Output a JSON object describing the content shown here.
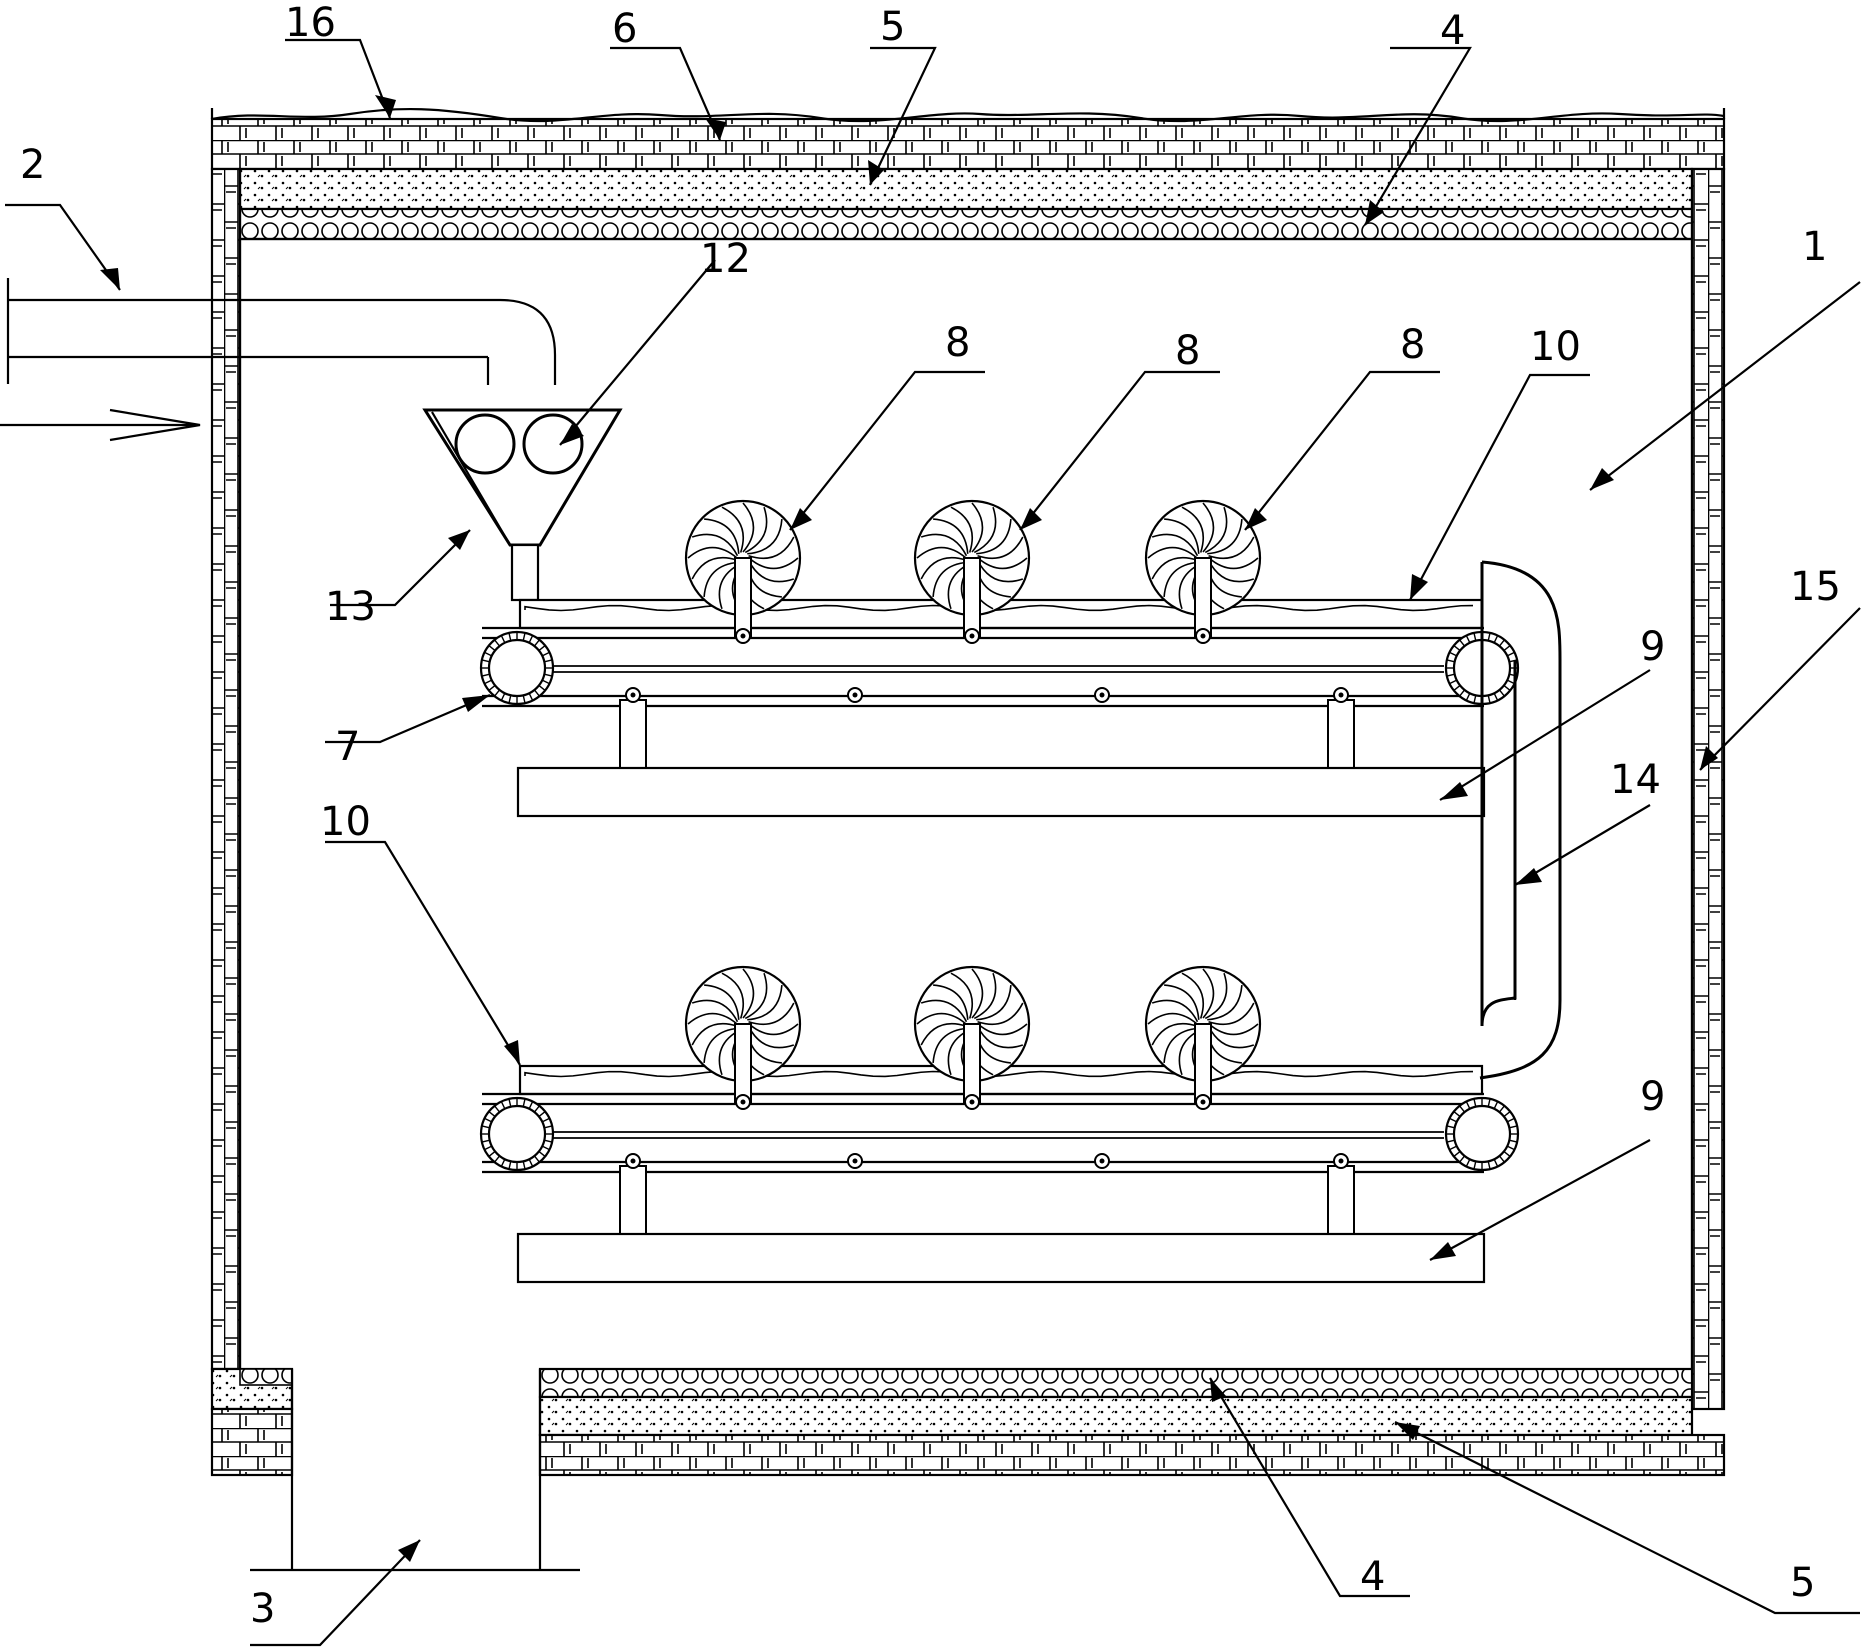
{
  "diagram": {
    "labels": {
      "l1": "1",
      "l2": "2",
      "l3": "3",
      "l4_top": "4",
      "l4_bottom": "4",
      "l5_top": "5",
      "l5_bottom": "5",
      "l6": "6",
      "l7": "7",
      "l8_a": "8",
      "l8_b": "8",
      "l8_c": "8",
      "l9_top": "9",
      "l9_bottom": "9",
      "l10_top": "10",
      "l10_bottom": "10",
      "l12": "12",
      "l13": "13",
      "l14": "14",
      "l15": "15",
      "l16": "16"
    }
  }
}
